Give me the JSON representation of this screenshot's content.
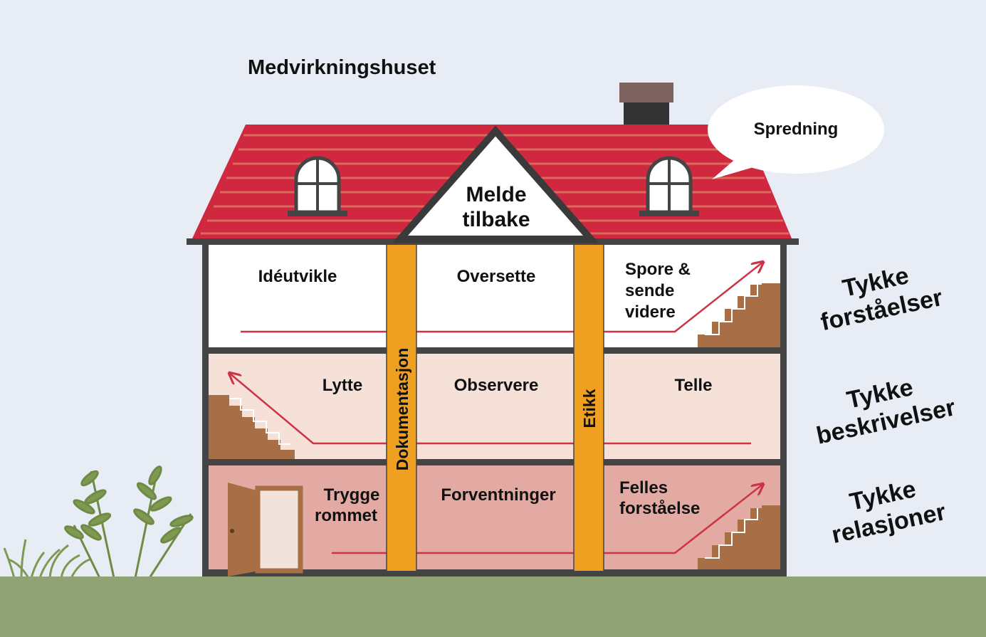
{
  "title": "Medvirkningshuset",
  "roof": {
    "gable_label_line1": "Melde",
    "gable_label_line2": "tilbake",
    "speech_bubble": "Spredning"
  },
  "pillars": {
    "left": "Dokumentasjon",
    "right": "Etikk"
  },
  "floors": {
    "top": {
      "rooms": [
        "Idéutvikle",
        "Oversette"
      ],
      "right_line1": "Spore &",
      "right_line2": "sende",
      "right_line3": "videre",
      "side_line1": "Tykke",
      "side_line2": "forståelser"
    },
    "middle": {
      "rooms": [
        "Lytte",
        "Observere",
        "Telle"
      ],
      "side_line1": "Tykke",
      "side_line2": "beskrivelser"
    },
    "ground": {
      "left_line1": "Trygge",
      "left_line2": "rommet",
      "center": "Forventninger",
      "right_line1": "Felles",
      "right_line2": "forståelse",
      "side_line1": "Tykke",
      "side_line2": "relasjoner"
    }
  },
  "colors": {
    "sky": "#e8ecf4",
    "ground": "#8fa374",
    "roof": "#d0293f",
    "roof_stripe": "#d96a5c",
    "wall_frame": "#444444",
    "top_floor": "#ffffff",
    "middle_floor": "#f5e1d7",
    "ground_floor": "#e3aaa3",
    "pillar": "#f0a020",
    "stairs": "#a86f46",
    "arrow": "#cc3344",
    "chimney": "#333333",
    "chimney_cap": "#7d6360"
  }
}
